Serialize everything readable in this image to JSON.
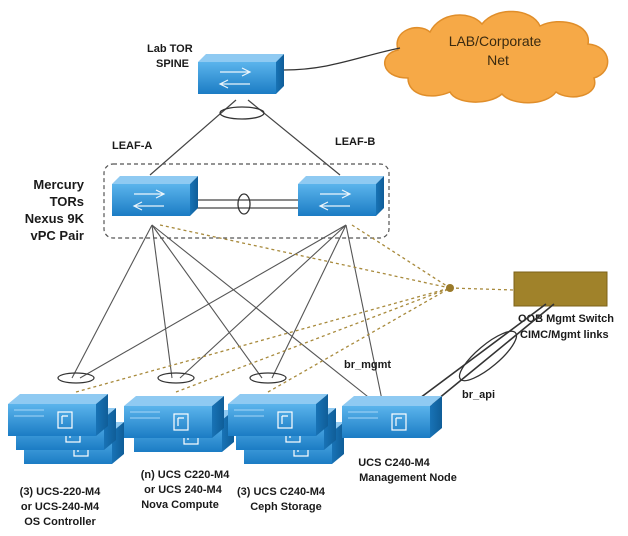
{
  "cloud": {
    "line1": "LAB/Corporate",
    "line2": "Net"
  },
  "spine": {
    "label_line1": "Lab TOR",
    "label_line2": "SPINE"
  },
  "leafs": {
    "a": "LEAF-A",
    "b": "LEAF-B"
  },
  "vpc": {
    "line1": "Mercury",
    "line2": "TORs",
    "line3": "Nexus 9K",
    "line4": "vPC Pair"
  },
  "oob": {
    "line1": "OOB Mgmt Switch",
    "line2": "CIMC/Mgmt links"
  },
  "networks": {
    "br_mgmt": "br_mgmt",
    "br_api": "br_api"
  },
  "servers": {
    "controller": {
      "line1": "(3) UCS-220-M4",
      "line2": "or UCS-240-M4",
      "line3": "OS Controller"
    },
    "compute": {
      "line1": "(n) UCS C220-M4",
      "line2": "or UCS 240-M4",
      "line3": "Nova Compute"
    },
    "storage": {
      "line1": "(3) UCS C240-M4",
      "line2": "Ceph Storage"
    },
    "management": {
      "line1": "UCS C240-M4",
      "line2": "Management Node"
    }
  },
  "colors": {
    "device_blue": "#1e88d4",
    "device_blue_light": "#49a8e6",
    "cloud_orange": "#f6a947",
    "oob_brown": "#a0822a",
    "dotted_link": "#a88a3c"
  }
}
